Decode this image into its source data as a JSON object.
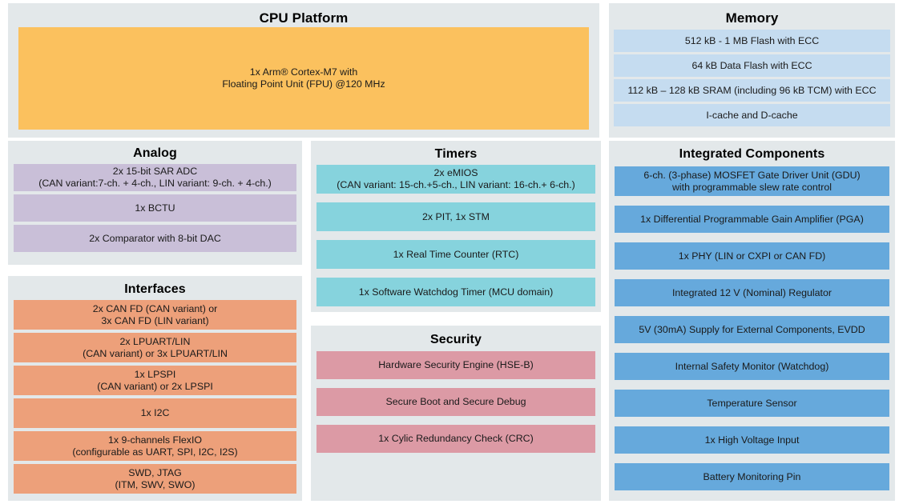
{
  "colors": {
    "page_background": "#ffffff",
    "panel_background": "#e3e8ea",
    "cpu_block": "#fbc15e",
    "memory_row": "#c5dcf0",
    "analog_row": "#c9bfd8",
    "interfaces_row": "#eda07a",
    "timers_row": "#86d3dd",
    "security_row": "#dc9aa5",
    "integrated_row": "#66a9dc",
    "text": "#1a1a1a"
  },
  "panels": {
    "cpu": {
      "title": "CPU Platform",
      "block": "1x Arm® Cortex-M7 with\nFloating Point Unit (FPU) @120 MHz"
    },
    "memory": {
      "title": "Memory",
      "rows": [
        "512 kB - 1 MB Flash with ECC",
        "64 kB Data Flash with ECC",
        "112 kB – 128 kB SRAM (including 96 kB TCM) with ECC",
        "I-cache and D-cache"
      ]
    },
    "analog": {
      "title": "Analog",
      "rows": [
        "2x 15-bit SAR ADC\n(CAN variant:7-ch. + 4-ch., LIN variant: 9-ch. + 4-ch.)",
        "1x BCTU",
        "2x Comparator with 8-bit DAC"
      ]
    },
    "interfaces": {
      "title": "Interfaces",
      "rows": [
        "2x CAN FD (CAN variant) or\n3x CAN FD (LIN variant)",
        "2x LPUART/LIN\n(CAN variant) or 3x LPUART/LIN",
        "1x LPSPI\n(CAN variant) or 2x LPSPI",
        "1x I2C",
        "1x 9-channels FlexIO\n(configurable as UART, SPI, I2C, I2S)",
        "SWD, JTAG\n(ITM, SWV, SWO)"
      ]
    },
    "timers": {
      "title": "Timers",
      "rows": [
        "2x eMIOS\n(CAN variant: 15-ch.+5-ch., LIN variant: 16-ch.+ 6-ch.)",
        "2x PIT, 1x STM",
        "1x Real Time Counter (RTC)",
        "1x Software Watchdog Timer (MCU domain)"
      ]
    },
    "security": {
      "title": "Security",
      "rows": [
        "Hardware Security Engine (HSE-B)",
        "Secure Boot and Secure Debug",
        "1x Cylic Redundancy Check (CRC)"
      ]
    },
    "integrated": {
      "title": "Integrated Components",
      "rows": [
        "6-ch. (3-phase) MOSFET Gate Driver Unit (GDU)\nwith programmable slew rate control",
        "1x Differential Programmable Gain Amplifier (PGA)",
        "1x PHY (LIN or CXPI or CAN FD)",
        "Integrated 12 V (Nominal) Regulator",
        "5V (30mA) Supply for External Components, EVDD",
        "Internal Safety Monitor (Watchdog)",
        "Temperature Sensor",
        "1x High Voltage Input",
        "Battery Monitoring Pin"
      ]
    }
  }
}
